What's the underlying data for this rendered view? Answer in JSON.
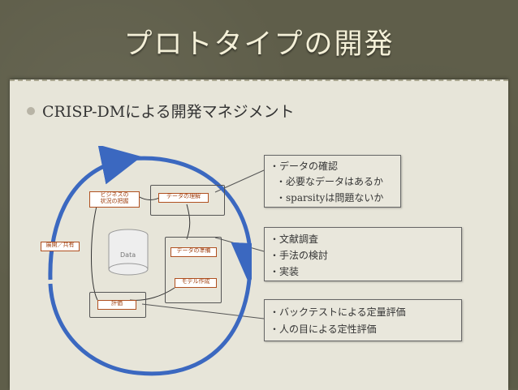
{
  "slide": {
    "title": "プロトタイプの開発",
    "bullet": "CRISP-DMによる開発マネジメント"
  },
  "diagram": {
    "business": "ビジネスの\n状況の把握",
    "data_understanding": "データの理解",
    "deploy": "展開／共有",
    "data_prep": "データの準備",
    "modeling": "モデル作成",
    "evaluation": "評価",
    "data": "Data"
  },
  "callouts": {
    "box1": [
      "・データの確認",
      "・必要なデータはあるか",
      "・sparsityは問題ないか"
    ],
    "box2": [
      "・文献調査",
      "・手法の検討",
      "・実装"
    ],
    "box3": [
      "・バックテストによる定量評価",
      "・人の目による定性評価"
    ]
  },
  "colors": {
    "background": "#5f5e4a",
    "panel": "#e7e5d9",
    "title": "#f4f0d8",
    "cycle_blue": "#3b68c0"
  }
}
